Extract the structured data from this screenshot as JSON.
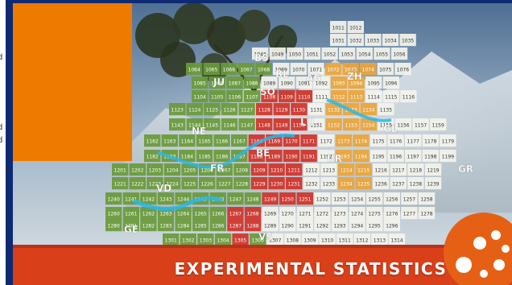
{
  "banner": {
    "caption": "EXPERIMENTAL STATISTICS",
    "colors": {
      "orange": "#ee7a00",
      "red_band": "#d9401a",
      "frame": "#0e2a72",
      "green": "#6b9a3a",
      "red": "#d1342a",
      "tile": "#f3f3ec"
    },
    "page_edge_stubs": [
      "d",
      "d",
      "d"
    ],
    "cantons": [
      "BS",
      "BL",
      "AG",
      "ZH",
      "JU",
      "SO",
      "LU",
      "NE",
      "BE",
      "GL",
      "FR",
      "UR",
      "GR",
      "VD",
      "GE",
      "VS"
    ],
    "rows": [
      [
        "1011",
        "1012"
      ],
      [
        "1031",
        "1032",
        "1033",
        "1034",
        "1035"
      ],
      [
        "1048",
        "1049",
        "1050",
        "1051",
        "1052",
        "1053",
        "1054",
        "1055",
        "1056"
      ],
      [
        "1064",
        "1065",
        "1066",
        "1067",
        "1068",
        "1069",
        "1070",
        "1071",
        "1072",
        "1073",
        "1074",
        "1075",
        "1076"
      ],
      [
        "1085",
        "1086",
        "1087",
        "1088",
        "1089",
        "1090",
        "1091",
        "1092",
        "1093",
        "1094",
        "1095",
        "1096"
      ],
      [
        "1104",
        "1105",
        "1106",
        "1107",
        "1108",
        "1109",
        "1110",
        "1111",
        "1112",
        "1113",
        "1114",
        "1115",
        "1116"
      ],
      [
        "1123",
        "1124",
        "1125",
        "1126",
        "1127",
        "1128",
        "1129",
        "1130",
        "1131",
        "1132",
        "1133",
        "1134",
        "1135"
      ],
      [
        "1143",
        "1144",
        "1145",
        "1146",
        "1147",
        "1148",
        "1149",
        "1150",
        "1151",
        "1152",
        "1153",
        "1154",
        "1155",
        "1156",
        "1157",
        "1159"
      ],
      [
        "1162",
        "1163",
        "1164",
        "1165",
        "1166",
        "1167",
        "1168",
        "1169",
        "1170",
        "1171",
        "1172",
        "1173",
        "1174",
        "1175",
        "1176",
        "1177",
        "1178",
        "1179"
      ],
      [
        "1182",
        "1183",
        "1184",
        "1185",
        "1186",
        "1187",
        "1188",
        "1189",
        "1190",
        "1191",
        "1192",
        "1193",
        "1194",
        "1195",
        "1196",
        "1197",
        "1198",
        "1199"
      ],
      [
        "1201",
        "1202",
        "1203",
        "1204",
        "1205",
        "1206",
        "1207",
        "1208",
        "1209",
        "1210",
        "1211",
        "1212",
        "1213",
        "1214",
        "1215",
        "1216",
        "1217",
        "1218",
        "1219"
      ],
      [
        "1221",
        "1222",
        "1223",
        "1224",
        "1225",
        "1226",
        "1227",
        "1228",
        "1229",
        "1230",
        "1231",
        "1232",
        "1233",
        "1234",
        "1235",
        "1236",
        "1237",
        "1238",
        "1239"
      ],
      [
        "1240",
        "1241",
        "1242",
        "1243",
        "1244",
        "1245",
        "1246",
        "1247",
        "1248",
        "1249",
        "1250",
        "1251",
        "1252",
        "1253",
        "1254",
        "1255",
        "1256",
        "1257",
        "1258"
      ],
      [
        "1260",
        "1261",
        "1262",
        "1263",
        "1264",
        "1265",
        "1266",
        "1267",
        "1268",
        "1269",
        "1270",
        "1271",
        "1272",
        "1273",
        "1274",
        "1275",
        "1276",
        "1277",
        "1278"
      ],
      [
        "1280",
        "1281",
        "1282",
        "1283",
        "1284",
        "1285",
        "1286",
        "1287",
        "1288",
        "1289",
        "1290",
        "1291",
        "1292",
        "1293",
        "1294",
        "1295",
        "1296"
      ],
      [
        "1301",
        "1302",
        "1303",
        "1304",
        "1305",
        "1306",
        "1307",
        "1308",
        "1309",
        "1310",
        "1311",
        "1312",
        "1313",
        "1314"
      ]
    ]
  }
}
